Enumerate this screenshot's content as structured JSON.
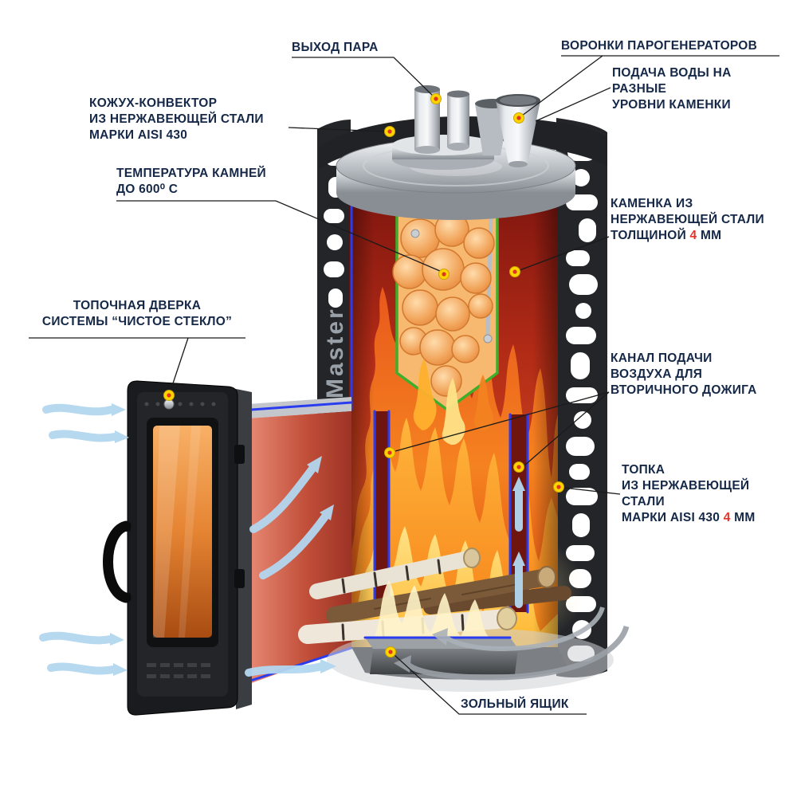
{
  "colors": {
    "label_text": "#152847",
    "highlight_red": "#e5332a",
    "marker_fill": "#ffd400",
    "marker_center": "#e03522",
    "structure_blue": "#2a3cf0",
    "kamenka_green": "#3fae2a"
  },
  "branding": {
    "vertical_text": "Master"
  },
  "labels": {
    "steam_outlet": {
      "text": "ВЫХОД ПАРА"
    },
    "funnels": {
      "text": "ВОРОНКИ ПАРОГЕНЕРАТОРОВ"
    },
    "water_supply": {
      "line1": "ПОДАЧА ВОДЫ НА",
      "line2": "РАЗНЫЕ",
      "line3": "УРОВНИ КАМЕНКИ"
    },
    "casing": {
      "line1": "КОЖУХ-КОНВЕКТОР",
      "line2": "ИЗ НЕРЖАВЕЮЩЕЙ СТАЛИ",
      "line3": "МАРКИ AISI 430"
    },
    "stone_temp": {
      "line1": "ТЕМПЕРАТУРА КАМНЕЙ",
      "line2": "ДО 600⁰ С"
    },
    "kamenka": {
      "line1": "КАМЕНКА ИЗ",
      "line2": "НЕРЖАВЕЮЩЕЙ СТАЛИ",
      "line3_before": "ТОЛЩИНОЙ ",
      "line3_value": "4",
      "line3_after": " ММ"
    },
    "door": {
      "line1": "ТОПОЧНАЯ ДВЕРКА",
      "line2": "СИСТЕМЫ “ЧИСТОЕ СТЕКЛО”"
    },
    "air_channel": {
      "line1": "КАНАЛ ПОДАЧИ",
      "line2": "ВОЗДУХА ДЛЯ",
      "line3": "ВТОРИЧНОГО ДОЖИГА"
    },
    "firebox": {
      "line1": "ТОПКА",
      "line2": "ИЗ НЕРЖАВЕЮЩЕЙ",
      "line3": "СТАЛИ",
      "line4_before": "МАРКИ AISI 430 ",
      "line4_value": "4",
      "line4_after": " ММ"
    },
    "ash_box": {
      "text": "ЗОЛЬНЫЙ ЯЩИК"
    }
  }
}
